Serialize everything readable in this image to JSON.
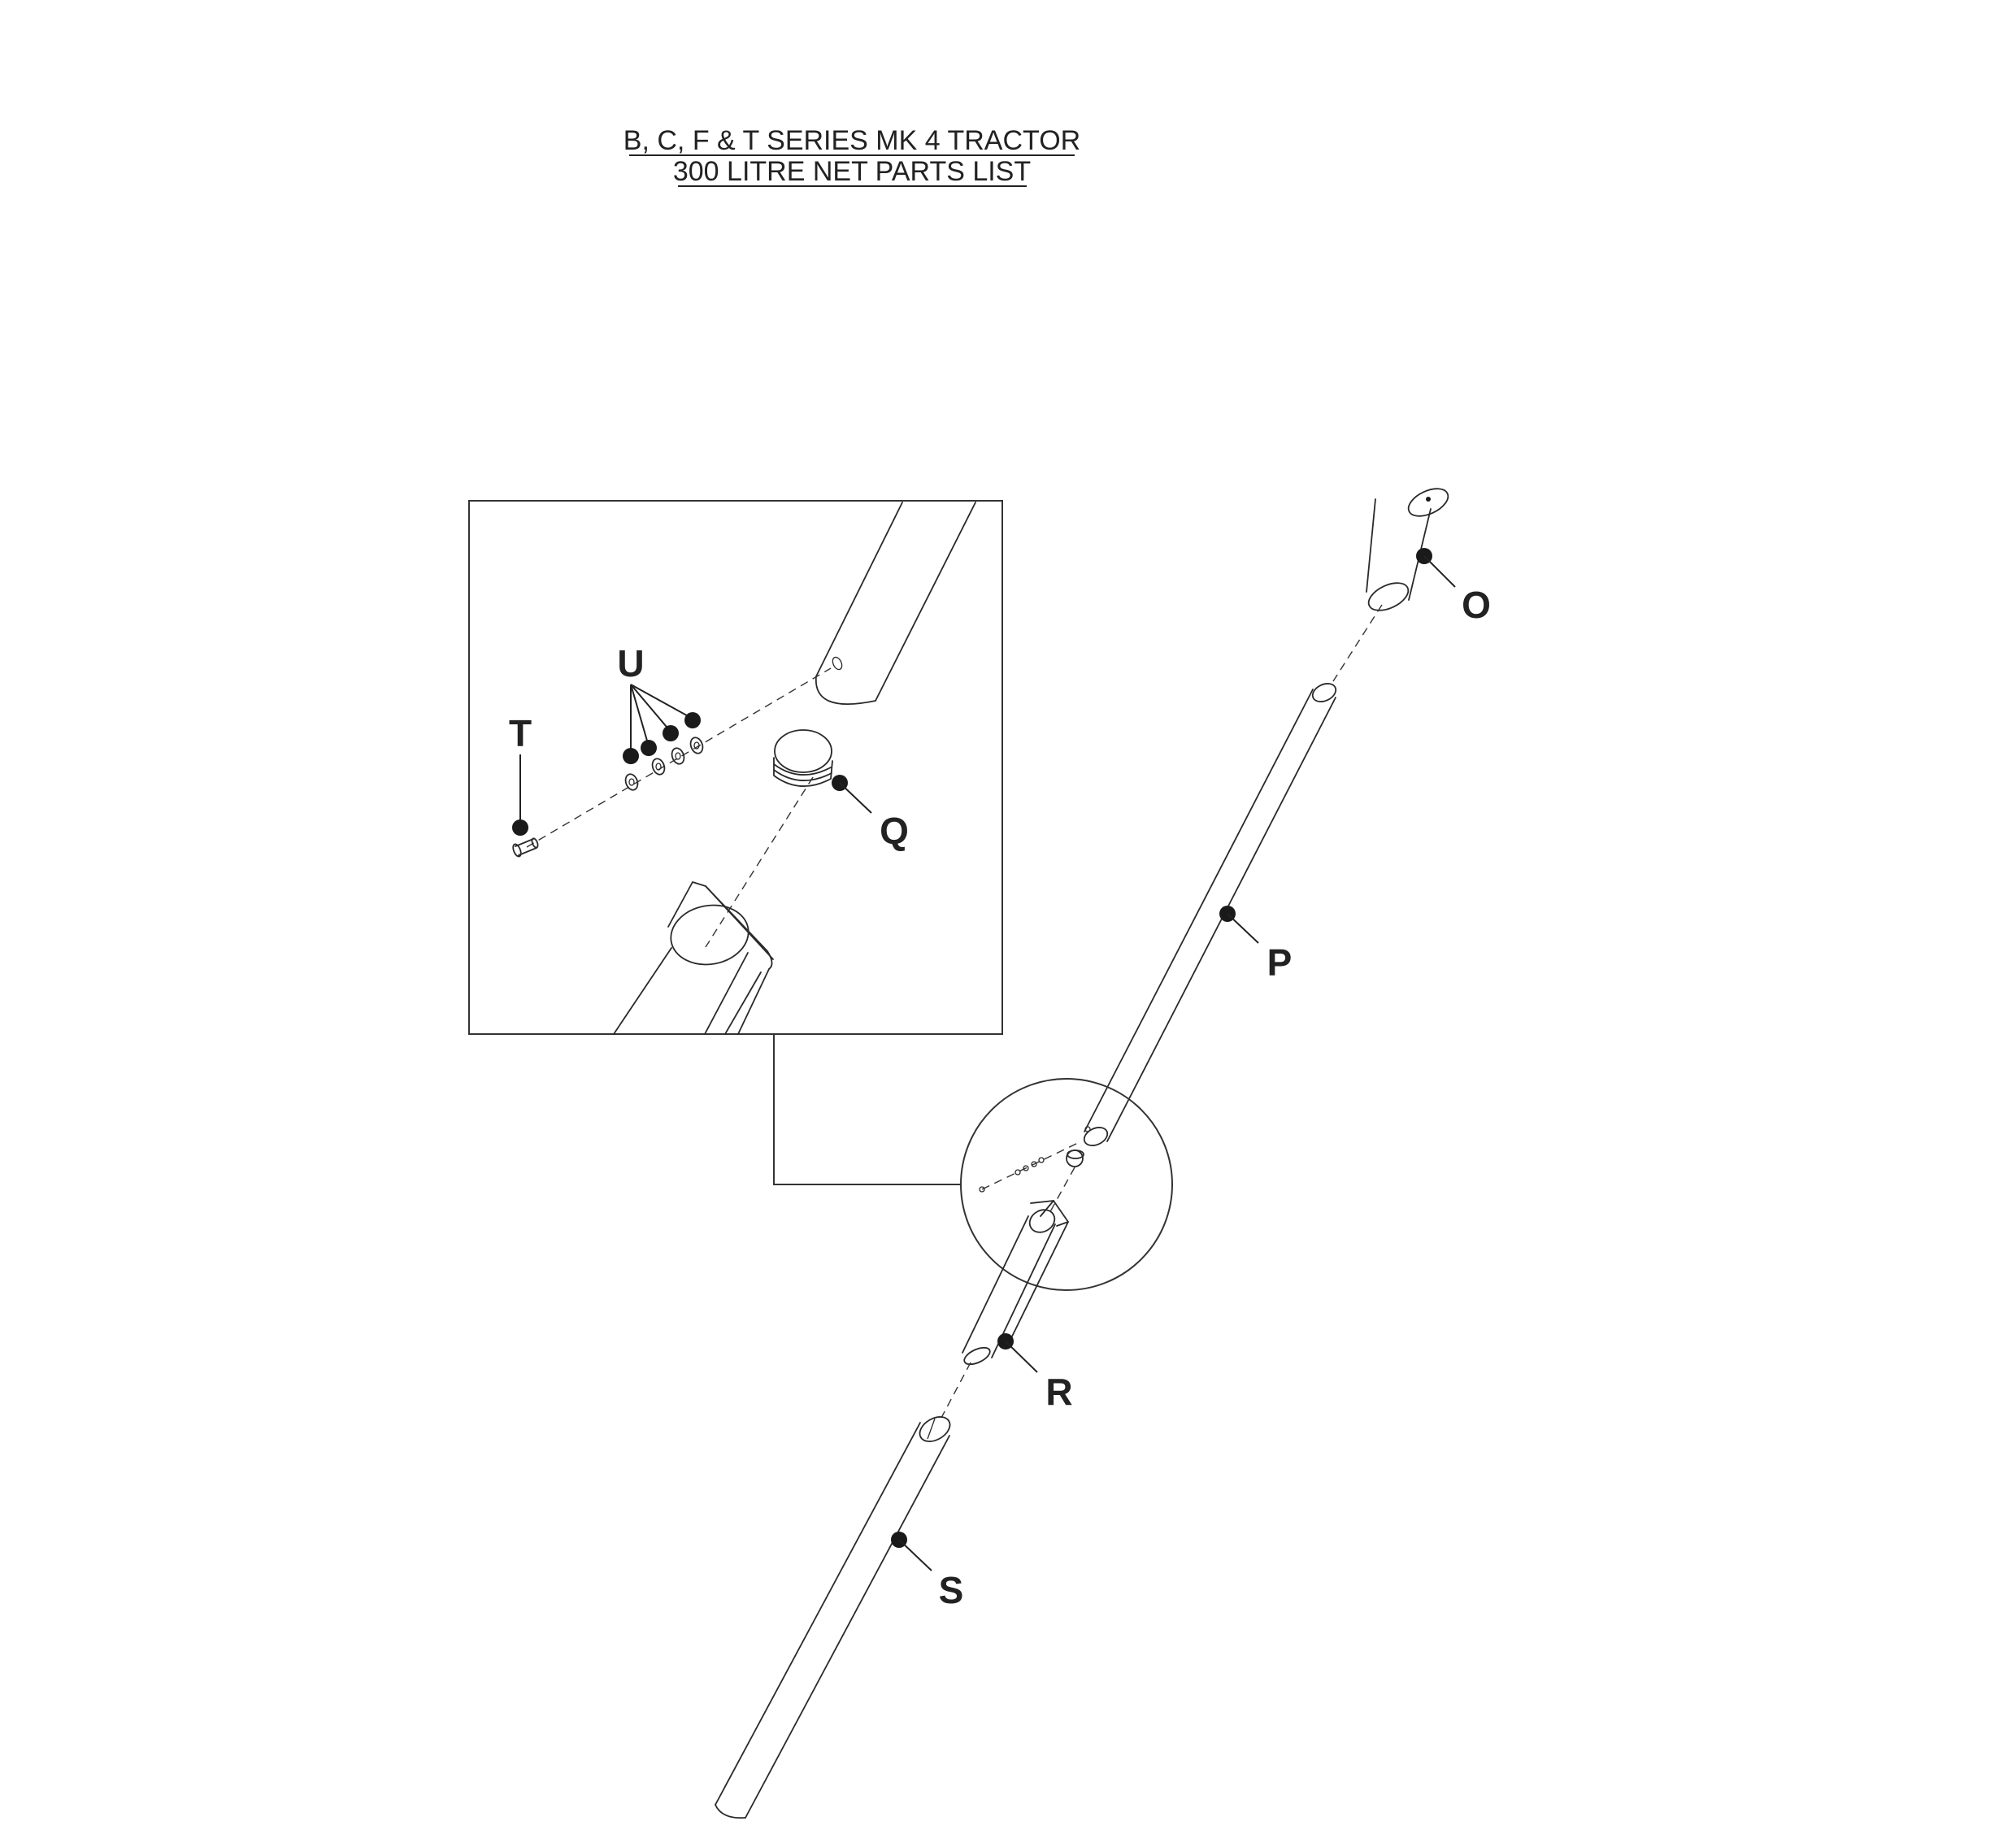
{
  "title": {
    "line1": "B, C, F & T SERIES MK 4 TRACTOR",
    "line2": "300 LITRE NET PARTS LIST"
  },
  "callouts": {
    "O": "O",
    "P": "P",
    "Q": "Q",
    "R": "R",
    "S": "S",
    "T": "T",
    "U": "U"
  }
}
